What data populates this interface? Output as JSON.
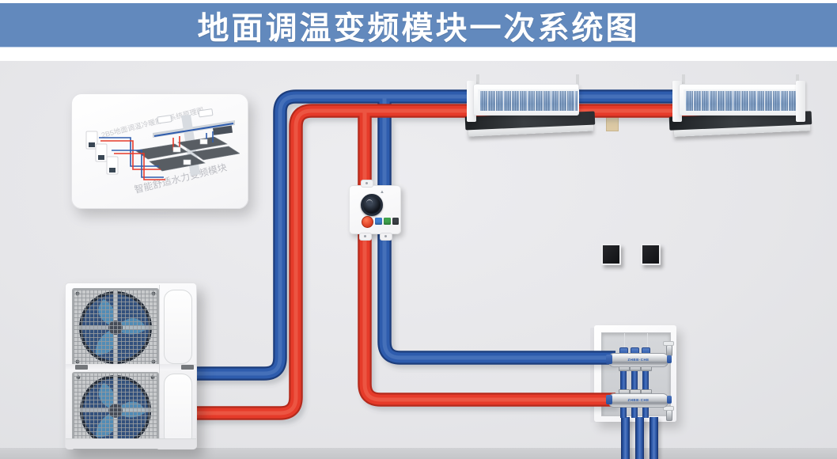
{
  "header": {
    "title": "地面调温变频模块一次系统图"
  },
  "colors": {
    "banner": "#6289bd",
    "hot": "#e63b2a",
    "hot_dark": "#b42a1d",
    "hot_light": "#f4735f",
    "cold": "#2e5cad",
    "cold_dark": "#1d3c7c",
    "cold_light": "#5b82c6",
    "wall": "#e6e6e9"
  },
  "poster": {
    "watermark_top": "2B5地面调温冷暖舒适系统原理图",
    "watermark_bottom": "智能舒适水力变频模块"
  },
  "manifold": {
    "brand": "ZHBB·CHE"
  },
  "module": {
    "logo_text": "▲",
    "badges": [
      "#3f7fd0",
      "#3fa24c",
      "#3c4147"
    ]
  }
}
